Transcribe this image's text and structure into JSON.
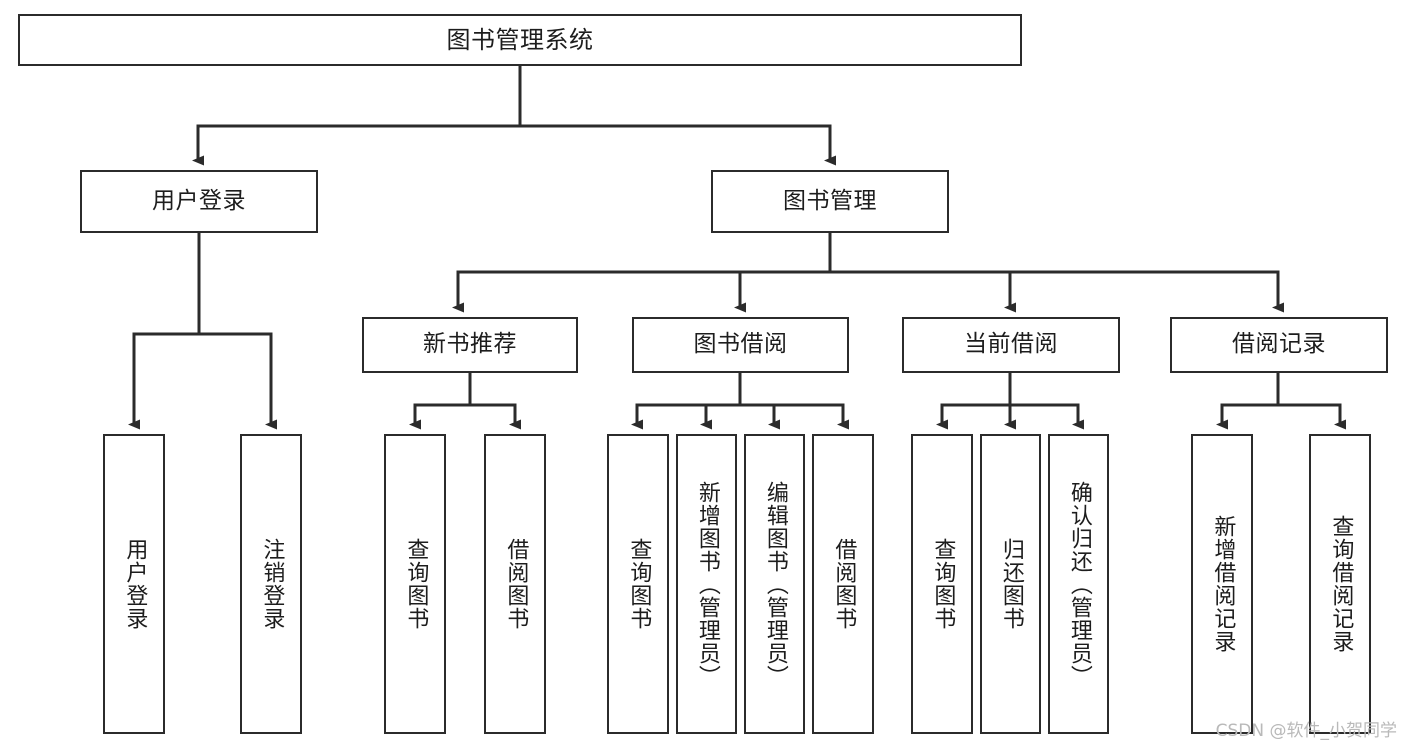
{
  "diagram": {
    "title_node": {
      "label": "图书管理系统"
    },
    "level2": [
      {
        "id": "user-login",
        "label": "用户登录"
      },
      {
        "id": "book-management",
        "label": "图书管理"
      }
    ],
    "level3": [
      {
        "id": "new-book-recommend",
        "label": "新书推荐"
      },
      {
        "id": "book-borrow",
        "label": "图书借阅"
      },
      {
        "id": "current-borrow",
        "label": "当前借阅"
      },
      {
        "id": "borrow-record",
        "label": "借阅记录"
      }
    ],
    "leaves": {
      "user_login": [
        {
          "id": "user-login-leaf",
          "label": "用户登录"
        },
        {
          "id": "logout-leaf",
          "label": "注销登录"
        }
      ],
      "new_book_recommend": [
        {
          "id": "query-book-1",
          "label": "查询图书"
        },
        {
          "id": "borrow-book-1",
          "label": "借阅图书"
        }
      ],
      "book_borrow": [
        {
          "id": "query-book-2",
          "label": "查询图书"
        },
        {
          "id": "add-book",
          "label": "新增图书（管理员）"
        },
        {
          "id": "edit-book",
          "label": "编辑图书（管理员）"
        },
        {
          "id": "borrow-book-2",
          "label": "借阅图书"
        }
      ],
      "current_borrow": [
        {
          "id": "query-book-3",
          "label": "查询图书"
        },
        {
          "id": "return-book",
          "label": "归还图书"
        },
        {
          "id": "confirm-return",
          "label": "确认归还（管理员）"
        }
      ],
      "borrow_record": [
        {
          "id": "add-borrow-record",
          "label": "新增借阅记录"
        },
        {
          "id": "query-borrow-record",
          "label": "查询借阅记录"
        }
      ]
    }
  },
  "watermark": {
    "text": "CSDN @软件_小贺同学"
  },
  "colors": {
    "stroke": "#2b2b2b",
    "background": "#ffffff",
    "text": "#1d1d1d",
    "watermark": "#b9b9b9"
  }
}
